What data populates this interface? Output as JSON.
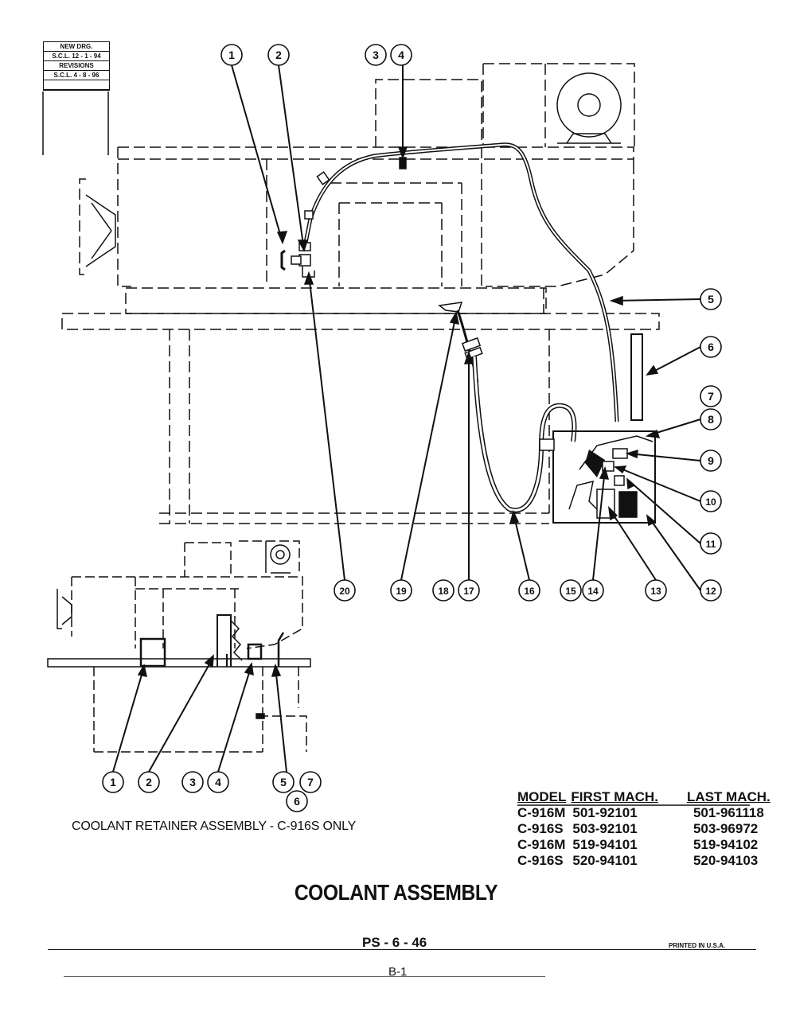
{
  "revision_block": {
    "rows": [
      "NEW DRG.",
      "S.C.L. 12 - 1 - 94",
      "REVISIONS",
      "S.C.L. 4 - 8 - 96"
    ]
  },
  "callouts_top": [
    "1",
    "2",
    "3",
    "4"
  ],
  "callouts_right": [
    "5",
    "6",
    "7",
    "8",
    "9",
    "10",
    "11",
    "12"
  ],
  "callouts_bottom": [
    "20",
    "19",
    "18",
    "17",
    "16",
    "15",
    "14",
    "13"
  ],
  "callouts_retainer": [
    "1",
    "2",
    "3",
    "4",
    "5",
    "7",
    "6"
  ],
  "retainer_caption": "COOLANT RETAINER ASSEMBLY - C-916S ONLY",
  "model_table": {
    "headers": [
      "MODEL",
      "FIRST MACH.",
      "LAST MACH."
    ],
    "rows": [
      [
        "C-916M",
        "501-92101",
        "501-961118"
      ],
      [
        "C-916S",
        "503-92101",
        "503-96972"
      ],
      [
        "C-916M",
        "519-94101",
        "519-94102"
      ],
      [
        "C-916S",
        "520-94101",
        "520-94103"
      ]
    ]
  },
  "title": "COOLANT ASSEMBLY",
  "page_number": "PS - 6 - 46",
  "printed_note": "PRINTED IN U.S.A.",
  "sheet_code": "B-1"
}
